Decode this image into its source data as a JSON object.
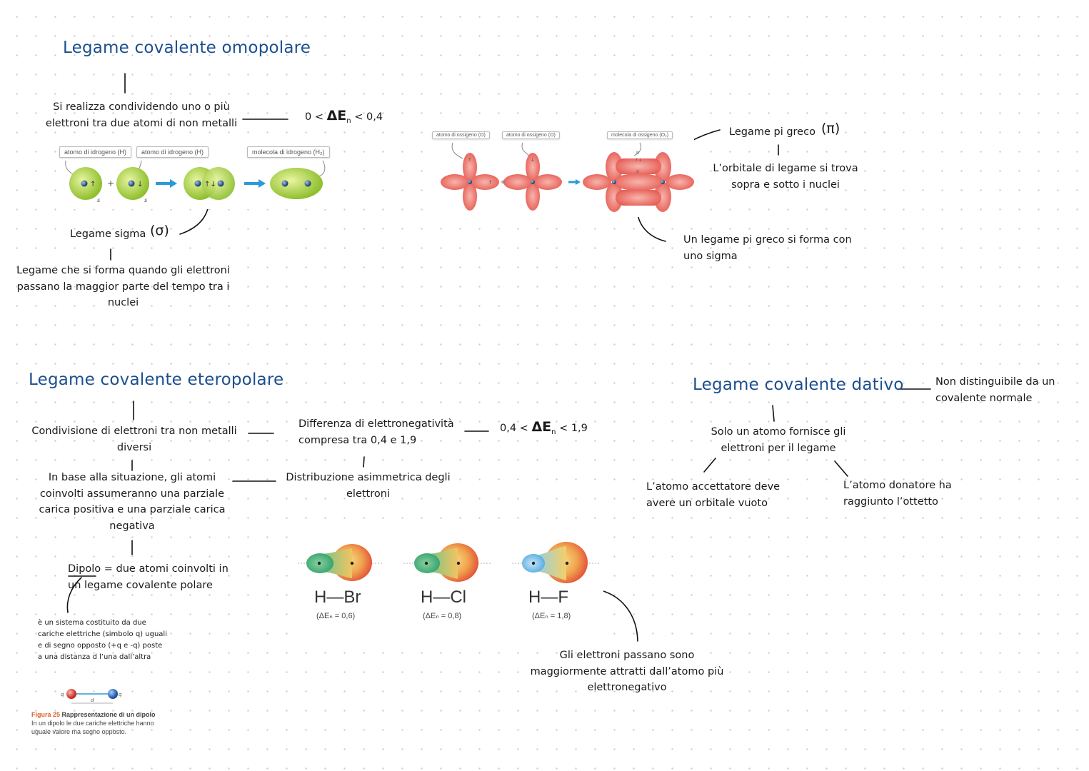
{
  "omopolare": {
    "title": "Legame covalente omopolare",
    "desc": "Si realizza condividendo uno o più elettroni tra due atomi di non metalli",
    "range_pre": "0 <",
    "delta": "ΔE",
    "sub": "n",
    "range_post": "< 0,4",
    "h_labels": [
      "atomo di idrogeno (H)",
      "atomo di idrogeno (H)",
      "molecola di idrogeno (H₂)"
    ],
    "s_label": "s",
    "plus": "+",
    "sigma_title": "Legame sigma",
    "sigma_symbol": "(σ)",
    "sigma_desc": "Legame che si forma quando gli elettroni passano la maggior parte del tempo tra i nuclei"
  },
  "pi": {
    "o_labels": [
      "atomo di ossigeno (O)",
      "atomo di ossigeno (O)",
      "molecola di ossigeno (O₂)"
    ],
    "title": "Legame pi greco",
    "symbol": "(π)",
    "desc": "L’orbitale di legame si trova sopra e sotto i nuclei",
    "note": "Un legame pi greco si forma con uno sigma"
  },
  "eteropolare": {
    "title": "Legame covalente eteropolare",
    "desc": "Condivisione di elettroni tra non metalli diversi",
    "diff": "Differenza di elettronegatività compresa tra 0,4 e 1,9",
    "range_pre": "0,4 <",
    "delta": "ΔE",
    "sub": "n",
    "range_post": "< 1,9",
    "situazione": "In base alla situazione, gli atomi coinvolti assumeranno una parziale carica positiva e una parziale carica negativa",
    "distribuzione": "Distribuzione asimmetrica degli elettroni",
    "dipolo_word": "Dipolo",
    "dipolo_rest": " = due atomi coinvolti in un legame covalente polare",
    "dipolo_desc": "è un sistema costituito da due cariche elettriche (simbolo q) uguali e di segno opposto (+q e -q) poste a una distanza d l’una dall’altra",
    "fig_q": "q",
    "fig_d": "d",
    "fig_title": "Figura 25",
    "fig_title_rest": "Rappresentazione di un dipolo",
    "fig_caption": "In un dipolo le due cariche elettriche hanno uguale valore ma segno opposto.",
    "molecules": [
      {
        "formula": "H—Br",
        "den": "(ΔEₙ = 0,6)"
      },
      {
        "formula": "H—Cl",
        "den": "(ΔEₙ = 0,8)"
      },
      {
        "formula": "H—F",
        "den": "(ΔEₙ = 1,8)"
      }
    ],
    "electrons_note": "Gli elettroni passano sono maggiormente attratti dall’atomo più elettronegativo"
  },
  "dativo": {
    "title": "Legame covalente dativo",
    "side": "Non distinguibile da un covalente normale",
    "desc": "Solo un atomo fornisce gli elettroni per il legame",
    "accettatore": "L’atomo accettatore deve avere un orbitale vuoto",
    "donatore": "L’atomo donatore ha raggiunto l’ottetto"
  },
  "colors": {
    "title": "#1d4f8f",
    "text": "#1a1a1a",
    "accent": "#e0632a"
  }
}
